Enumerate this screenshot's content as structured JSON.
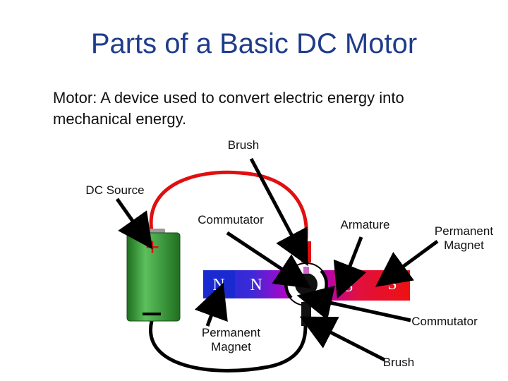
{
  "slide": {
    "title": "Parts of a Basic DC Motor",
    "definition": "Motor: A device used to convert electric energy into mechanical energy."
  },
  "labels": {
    "brush_top": "Brush",
    "dc_source": "DC Source",
    "commutator_left": "Commutator",
    "armature": "Armature",
    "permanent_magnet_right_line1": "Permanent",
    "permanent_magnet_right_line2": "Magnet",
    "commutator_right": "Commutator",
    "permanent_magnet_left_line1": "Permanent",
    "permanent_magnet_left_line2": "Magnet",
    "brush_bottom": "Brush"
  },
  "battery": {
    "plus": "+",
    "minus": "−"
  },
  "magnets": {
    "left_n1": "N",
    "left_n2": "N",
    "right_s1": "S",
    "right_s2": "S"
  },
  "colors": {
    "title": "#1f3c8a",
    "battery": "#3a9a3a",
    "wire_red": "#e01010",
    "magnet_blue": "#1a2ad0",
    "magnet_purple": "#b000c0",
    "magnet_red": "#ee1111"
  }
}
